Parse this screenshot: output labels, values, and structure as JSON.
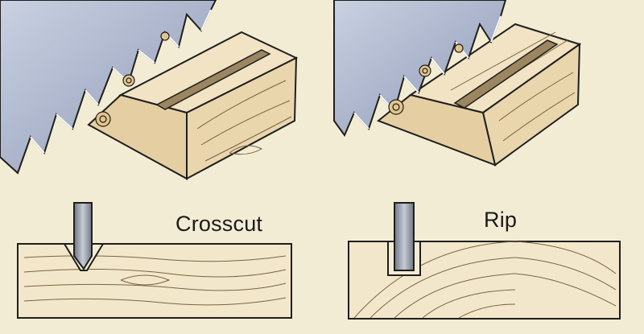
{
  "panels": [
    {
      "id": "crosscut",
      "label": "Crosscut"
    },
    {
      "id": "rip",
      "label": "Rip"
    }
  ],
  "colors": {
    "background": "#f3ecd4",
    "wood_face": "#f1e3c3",
    "wood_end": "#e5cfa2",
    "saw_blade": "#a9b4cc",
    "outline": "#1e1e1e",
    "blade_section": "#8f98a6"
  }
}
